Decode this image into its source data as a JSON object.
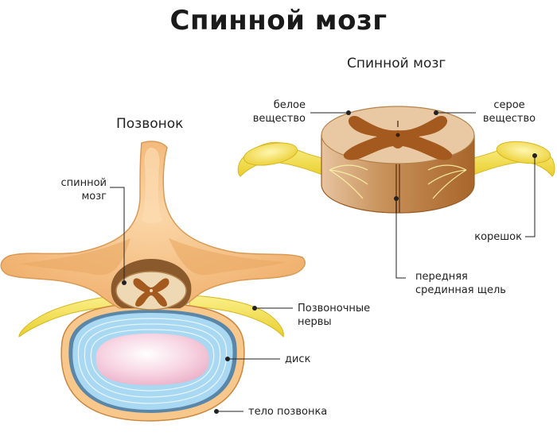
{
  "diagram": {
    "title": "Спинной мозг",
    "vertebra_heading": "Позвонок",
    "cord_heading": "Спинной мозг",
    "labels": {
      "white_matter_l1": "белое",
      "white_matter_l2": "вещество",
      "gray_matter_l1": "серое",
      "gray_matter_l2": "вещество",
      "root": "корешок",
      "fissure_l1": "передняя",
      "fissure_l2": "срединная щель",
      "spinal_cord_l1": "спинной",
      "spinal_cord_l2": "мозг",
      "spinal_nerves_l1": "Позвоночные",
      "spinal_nerves_l2": "нервы",
      "disc": "диск",
      "vertebral_body": "тело позвонка"
    },
    "colors": {
      "bone": "#f7c78c",
      "bone_dark": "#e8a45e",
      "nerve": "#f4e15a",
      "disc_blue": "#a9d8f2",
      "disc_core": "#f4c8d8",
      "gray_matter": "#a45a1f",
      "white_matter": "#e8c9a3",
      "cord_side": "#c08a52"
    }
  }
}
